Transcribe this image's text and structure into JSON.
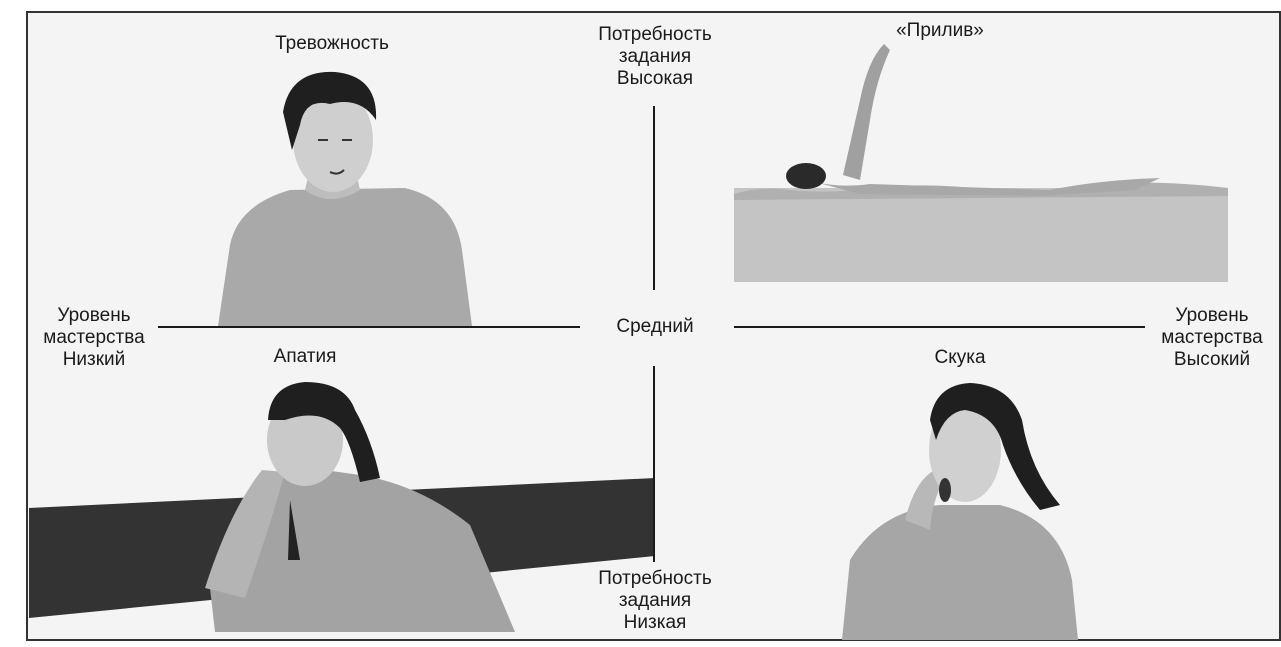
{
  "quadrants": {
    "top_left": {
      "label": "Тревожность"
    },
    "top_right": {
      "label": "«Прилив»"
    },
    "bottom_left": {
      "label": "Апатия"
    },
    "bottom_right": {
      "label": "Скука"
    }
  },
  "axes": {
    "task_demand_high": [
      "Потребность",
      "задания",
      "Высокая"
    ],
    "task_demand_low": [
      "Потребность",
      "задания",
      "Низкая"
    ],
    "center": "Средний",
    "mastery_low": [
      "Уровень",
      "мастерства",
      "Низкий"
    ],
    "mastery_high": [
      "Уровень",
      "мастерства",
      "Высокий"
    ]
  }
}
